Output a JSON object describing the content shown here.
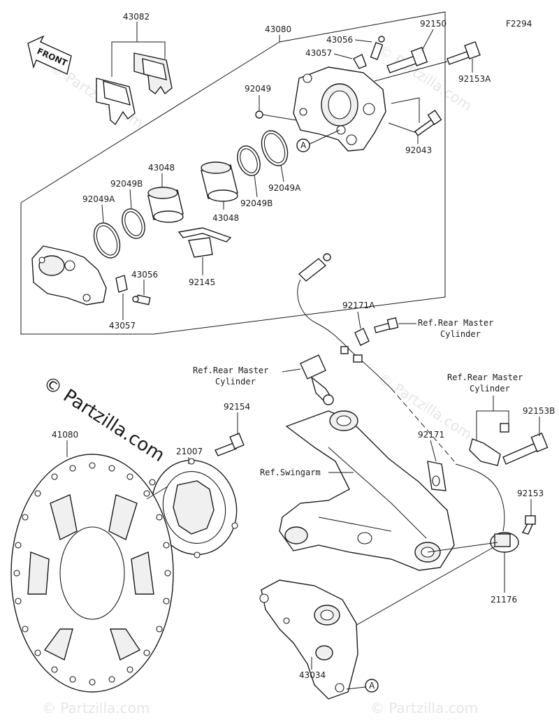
{
  "figure_code": "F2294",
  "front_label": "FRONT",
  "watermark": "© Partzilla.com",
  "watermark_faint": "© Partzilla.com",
  "part_numbers": {
    "p43082": "43082",
    "p43080": "43080",
    "p43056_top": "43056",
    "p43057_top": "43057",
    "p92150": "92150",
    "p92153A": "92153A",
    "p92049": "92049",
    "p92043": "92043",
    "p43048_left": "43048",
    "p92049B_left": "92049B",
    "p92049A_left": "92049A",
    "p43048_right": "43048",
    "p92049B_right": "92049B",
    "p92049A_right": "92049A",
    "p92145": "92145",
    "p43056_bottom": "43056",
    "p43057_bottom": "43057",
    "p92171A": "92171A",
    "p92154": "92154",
    "p21007": "21007",
    "p41080": "41080",
    "p92171": "92171",
    "p92153B": "92153B",
    "p92153": "92153",
    "p21176": "21176",
    "p43034": "43034"
  },
  "callout_letters": {
    "a_top": "A",
    "a_bottom": "A"
  },
  "references": {
    "rear_master_1_line1": "Ref.Rear Master",
    "rear_master_1_line2": "Cylinder",
    "rear_master_2_line1": "Ref.Rear Master",
    "rear_master_2_line2": "Cylinder",
    "rear_master_3_line1": "Ref.Rear Master",
    "rear_master_3_line2": "Cylinder",
    "swingarm": "Ref.Swingarm"
  }
}
